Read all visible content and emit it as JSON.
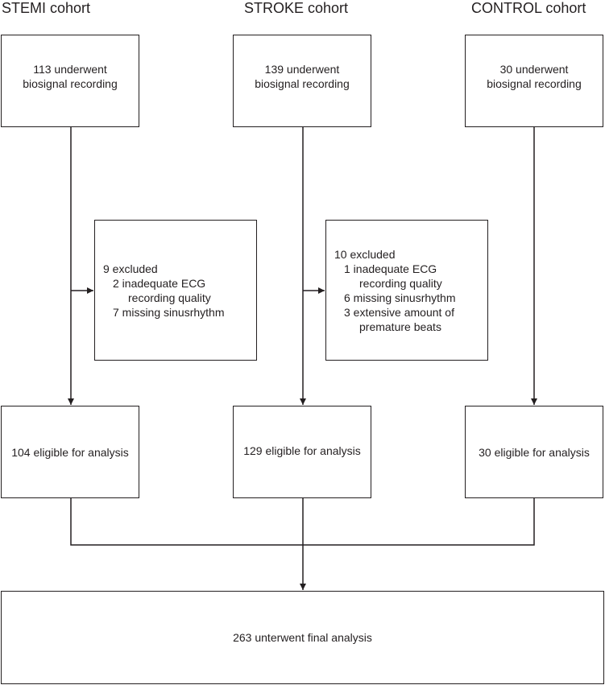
{
  "headings": {
    "stemi": "STEMI cohort",
    "stroke": "STROKE cohort",
    "control": "CONTROL cohort"
  },
  "recorded": {
    "stemi": [
      "113 underwent",
      "biosignal recording"
    ],
    "stroke": [
      "139 underwent",
      "biosignal recording"
    ],
    "control": [
      "30 underwent",
      "biosignal recording"
    ]
  },
  "excluded": {
    "stemi": {
      "total": "9 excluded",
      "lines": [
        "2 inadequate ECG",
        "recording quality",
        "7 missing sinusrhythm"
      ]
    },
    "stroke": {
      "total": "10 excluded",
      "lines": [
        "1 inadequate ECG",
        "recording quality",
        "6 missing sinusrhythm",
        "3 extensive amount of",
        "premature beats"
      ]
    }
  },
  "eligible": {
    "stemi": "104 eligible for analysis",
    "stroke": "129 eligible for analysis",
    "control": "30 eligible for analysis"
  },
  "final": "263 unterwent final analysis",
  "colors": {
    "stroke": "#231f20",
    "background": "#ffffff"
  }
}
